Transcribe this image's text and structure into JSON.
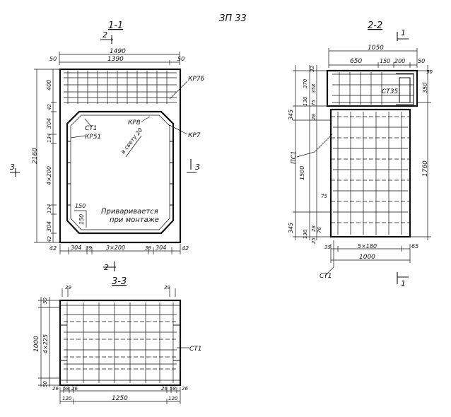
{
  "sheet": {
    "code": "ЗП 33"
  },
  "view_1_1": {
    "title": "1-1",
    "cut_mark": "2",
    "cut_mark_bottom": "2",
    "side_mark_left": "3",
    "side_mark_right": "3",
    "dims_top": [
      "1490",
      "50",
      "1390",
      "50"
    ],
    "dims_left": [
      "400",
      "42",
      "304",
      "134",
      "4×200",
      "134",
      "304",
      "42"
    ],
    "dim_overall_left": "2160",
    "dims_bottom": [
      "42",
      "304",
      "39",
      "3×200",
      "39",
      "304",
      "42"
    ],
    "labels": [
      "КР76",
      "КР8",
      "КР7",
      "СТ1",
      "КР51",
      "в свету 20",
      "150",
      "150"
    ],
    "note_line1": "Приваривается",
    "note_line2": "при монтаже"
  },
  "view_2_2": {
    "title": "2-2",
    "cut_mark": "1",
    "cut_mark_bottom": "1",
    "dims_top": [
      "1050",
      "650",
      "150",
      "200",
      "50"
    ],
    "dims_left": [
      "32",
      "370",
      "130",
      "358",
      "75",
      "345",
      "28",
      "1500",
      "75",
      "345",
      "130",
      "28",
      "25",
      "76"
    ],
    "dims_right": [
      "50",
      "350",
      "1760"
    ],
    "dims_bottom": [
      "35",
      "5×180",
      "65",
      "1000"
    ],
    "labels": [
      "СТ35",
      "ПС1",
      "СТ1"
    ]
  },
  "view_3_3": {
    "title": "3-3",
    "dims_top": [
      "39",
      "39"
    ],
    "dims_left": [
      "50",
      "1000",
      "4×225",
      "50"
    ],
    "dims_bottom": [
      "26",
      "58",
      "26",
      "120",
      "1250",
      "26",
      "58",
      "26",
      "120"
    ],
    "labels": [
      "СТ1"
    ]
  }
}
